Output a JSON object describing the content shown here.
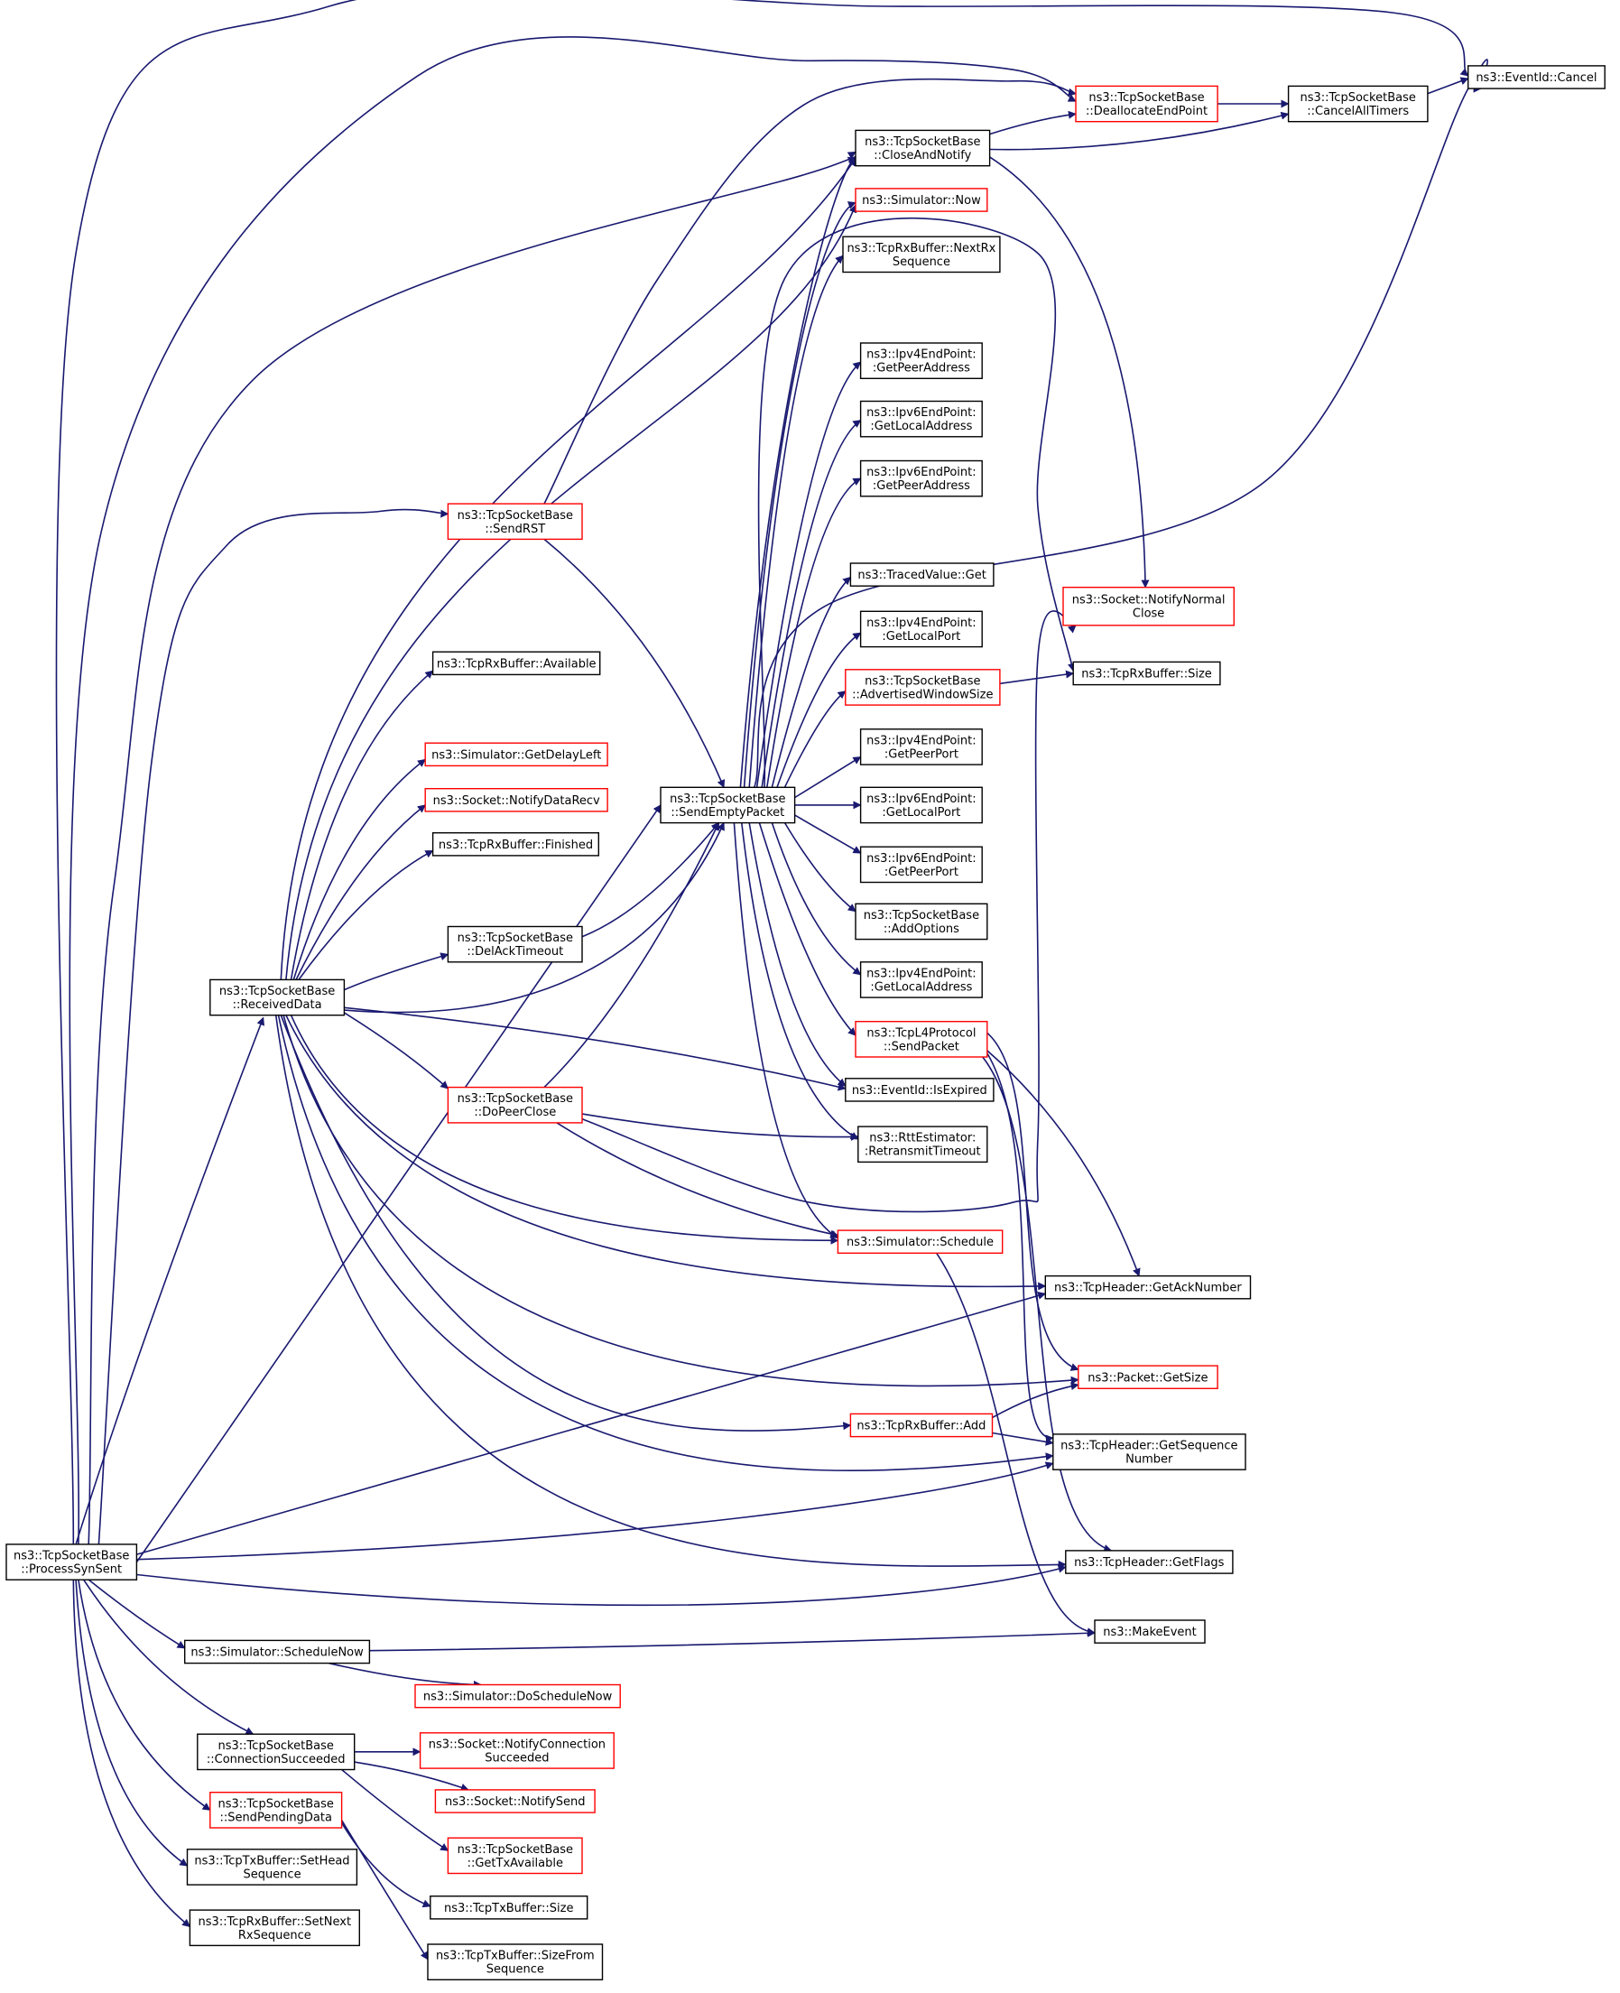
{
  "colors": {
    "edge": "#191970",
    "box_border_default": "#000000",
    "box_border_truncated": "#ff0000",
    "root_fill": "#bfbfbf",
    "box_fill": "#ffffff"
  },
  "nodes": [
    {
      "id": "root",
      "lines": [
        "ns3::TcpSocketBase",
        "::ProcessSynSent"
      ],
      "border": "black",
      "root": true
    },
    {
      "id": "eventid_cancel",
      "lines": [
        "ns3::EventId::Cancel"
      ],
      "border": "black"
    },
    {
      "id": "dealloc",
      "lines": [
        "ns3::TcpSocketBase",
        "::DeallocateEndPoint"
      ],
      "border": "red"
    },
    {
      "id": "cancel_timers",
      "lines": [
        "ns3::TcpSocketBase",
        "::CancelAllTimers"
      ],
      "border": "black"
    },
    {
      "id": "close_notify",
      "lines": [
        "ns3::TcpSocketBase",
        "::CloseAndNotify"
      ],
      "border": "black"
    },
    {
      "id": "sim_now",
      "lines": [
        "ns3::Simulator::Now"
      ],
      "border": "red"
    },
    {
      "id": "rx_nextrx",
      "lines": [
        "ns3::TcpRxBuffer::NextRx",
        "Sequence"
      ],
      "border": "black"
    },
    {
      "id": "ipv4_getpeeraddr",
      "lines": [
        "ns3::Ipv4EndPoint:",
        ":GetPeerAddress"
      ],
      "border": "black"
    },
    {
      "id": "ipv6_getlocaladdr",
      "lines": [
        "ns3::Ipv6EndPoint:",
        ":GetLocalAddress"
      ],
      "border": "black"
    },
    {
      "id": "ipv6_getpeeraddr",
      "lines": [
        "ns3::Ipv6EndPoint:",
        ":GetPeerAddress"
      ],
      "border": "black"
    },
    {
      "id": "tracedvalue_get",
      "lines": [
        "ns3::TracedValue::Get"
      ],
      "border": "black"
    },
    {
      "id": "notify_normal_close",
      "lines": [
        "ns3::Socket::NotifyNormal",
        "Close"
      ],
      "border": "red"
    },
    {
      "id": "ipv4_getlocalport",
      "lines": [
        "ns3::Ipv4EndPoint:",
        ":GetLocalPort"
      ],
      "border": "black"
    },
    {
      "id": "adv_window",
      "lines": [
        "ns3::TcpSocketBase",
        "::AdvertisedWindowSize"
      ],
      "border": "red"
    },
    {
      "id": "rx_size",
      "lines": [
        "ns3::TcpRxBuffer::Size"
      ],
      "border": "black"
    },
    {
      "id": "send_rst",
      "lines": [
        "ns3::TcpSocketBase",
        "::SendRST"
      ],
      "border": "red"
    },
    {
      "id": "rx_available",
      "lines": [
        "ns3::TcpRxBuffer::Available"
      ],
      "border": "black"
    },
    {
      "id": "sim_getdelayleft",
      "lines": [
        "ns3::Simulator::GetDelayLeft"
      ],
      "border": "red"
    },
    {
      "id": "notify_data_recv",
      "lines": [
        "ns3::Socket::NotifyDataRecv"
      ],
      "border": "red"
    },
    {
      "id": "rx_finished",
      "lines": [
        "ns3::TcpRxBuffer::Finished"
      ],
      "border": "black"
    },
    {
      "id": "send_empty",
      "lines": [
        "ns3::TcpSocketBase",
        "::SendEmptyPacket"
      ],
      "border": "black"
    },
    {
      "id": "ipv4_getpeerport",
      "lines": [
        "ns3::Ipv4EndPoint:",
        ":GetPeerPort"
      ],
      "border": "black"
    },
    {
      "id": "ipv6_getlocalport",
      "lines": [
        "ns3::Ipv6EndPoint:",
        ":GetLocalPort"
      ],
      "border": "black"
    },
    {
      "id": "ipv6_getpeerport",
      "lines": [
        "ns3::Ipv6EndPoint:",
        ":GetPeerPort"
      ],
      "border": "black"
    },
    {
      "id": "delack_timeout",
      "lines": [
        "ns3::TcpSocketBase",
        "::DelAckTimeout"
      ],
      "border": "black"
    },
    {
      "id": "add_options",
      "lines": [
        "ns3::TcpSocketBase",
        "::AddOptions"
      ],
      "border": "black"
    },
    {
      "id": "received_data",
      "lines": [
        "ns3::TcpSocketBase",
        "::ReceivedData"
      ],
      "border": "black"
    },
    {
      "id": "ipv4_getlocaladdr",
      "lines": [
        "ns3::Ipv4EndPoint:",
        ":GetLocalAddress"
      ],
      "border": "black"
    },
    {
      "id": "tcpl4_sendpacket",
      "lines": [
        "ns3::TcpL4Protocol",
        "::SendPacket"
      ],
      "border": "red"
    },
    {
      "id": "eventid_isexpired",
      "lines": [
        "ns3::EventId::IsExpired"
      ],
      "border": "black"
    },
    {
      "id": "do_peer_close",
      "lines": [
        "ns3::TcpSocketBase",
        "::DoPeerClose"
      ],
      "border": "red"
    },
    {
      "id": "rtt_retransmit",
      "lines": [
        "ns3::RttEstimator:",
        ":RetransmitTimeout"
      ],
      "border": "black"
    },
    {
      "id": "sim_schedule",
      "lines": [
        "ns3::Simulator::Schedule"
      ],
      "border": "red"
    },
    {
      "id": "hdr_getack",
      "lines": [
        "ns3::TcpHeader::GetAckNumber"
      ],
      "border": "black"
    },
    {
      "id": "packet_getsize",
      "lines": [
        "ns3::Packet::GetSize"
      ],
      "border": "red"
    },
    {
      "id": "rx_add",
      "lines": [
        "ns3::TcpRxBuffer::Add"
      ],
      "border": "red"
    },
    {
      "id": "hdr_getseq",
      "lines": [
        "ns3::TcpHeader::GetSequence",
        "Number"
      ],
      "border": "black"
    },
    {
      "id": "hdr_getflags",
      "lines": [
        "ns3::TcpHeader::GetFlags"
      ],
      "border": "black"
    },
    {
      "id": "make_event",
      "lines": [
        "ns3::MakeEvent"
      ],
      "border": "black"
    },
    {
      "id": "sim_schedulenow",
      "lines": [
        "ns3::Simulator::ScheduleNow"
      ],
      "border": "black"
    },
    {
      "id": "sim_doschedulenow",
      "lines": [
        "ns3::Simulator::DoScheduleNow"
      ],
      "border": "red"
    },
    {
      "id": "conn_succeeded",
      "lines": [
        "ns3::TcpSocketBase",
        "::ConnectionSucceeded"
      ],
      "border": "black"
    },
    {
      "id": "notify_conn_succeeded",
      "lines": [
        "ns3::Socket::NotifyConnection",
        "Succeeded"
      ],
      "border": "red"
    },
    {
      "id": "notify_send",
      "lines": [
        "ns3::Socket::NotifySend"
      ],
      "border": "red"
    },
    {
      "id": "send_pending",
      "lines": [
        "ns3::TcpSocketBase",
        "::SendPendingData"
      ],
      "border": "red"
    },
    {
      "id": "get_tx_available",
      "lines": [
        "ns3::TcpSocketBase",
        "::GetTxAvailable"
      ],
      "border": "red"
    },
    {
      "id": "tx_sethead",
      "lines": [
        "ns3::TcpTxBuffer::SetHead",
        "Sequence"
      ],
      "border": "black"
    },
    {
      "id": "tx_size",
      "lines": [
        "ns3::TcpTxBuffer::Size"
      ],
      "border": "black"
    },
    {
      "id": "rx_setnext",
      "lines": [
        "ns3::TcpRxBuffer::SetNext",
        "RxSequence"
      ],
      "border": "black"
    },
    {
      "id": "tx_sizefrom",
      "lines": [
        "ns3::TcpTxBuffer::SizeFrom",
        "Sequence"
      ],
      "border": "black"
    }
  ],
  "edges": [
    [
      "root",
      "eventid_cancel"
    ],
    [
      "root",
      "dealloc"
    ],
    [
      "root",
      "close_notify"
    ],
    [
      "root",
      "send_rst"
    ],
    [
      "root",
      "send_empty"
    ],
    [
      "root",
      "received_data"
    ],
    [
      "root",
      "hdr_getack"
    ],
    [
      "root",
      "hdr_getseq"
    ],
    [
      "root",
      "hdr_getflags"
    ],
    [
      "root",
      "sim_schedulenow"
    ],
    [
      "root",
      "conn_succeeded"
    ],
    [
      "root",
      "send_pending"
    ],
    [
      "root",
      "tx_sethead"
    ],
    [
      "root",
      "rx_setnext"
    ],
    [
      "dealloc",
      "cancel_timers"
    ],
    [
      "cancel_timers",
      "eventid_cancel"
    ],
    [
      "close_notify",
      "dealloc"
    ],
    [
      "close_notify",
      "cancel_timers"
    ],
    [
      "close_notify",
      "notify_normal_close"
    ],
    [
      "send_rst",
      "dealloc"
    ],
    [
      "send_rst",
      "send_empty"
    ],
    [
      "send_empty",
      "close_notify"
    ],
    [
      "send_empty",
      "sim_now"
    ],
    [
      "send_empty",
      "rx_nextrx"
    ],
    [
      "send_empty",
      "ipv4_getpeeraddr"
    ],
    [
      "send_empty",
      "ipv6_getlocaladdr"
    ],
    [
      "send_empty",
      "ipv6_getpeeraddr"
    ],
    [
      "send_empty",
      "tracedvalue_get"
    ],
    [
      "send_empty",
      "ipv4_getlocalport"
    ],
    [
      "send_empty",
      "adv_window"
    ],
    [
      "send_empty",
      "ipv4_getpeerport"
    ],
    [
      "send_empty",
      "ipv6_getlocalport"
    ],
    [
      "send_empty",
      "ipv6_getpeerport"
    ],
    [
      "send_empty",
      "add_options"
    ],
    [
      "send_empty",
      "ipv4_getlocaladdr"
    ],
    [
      "send_empty",
      "tcpl4_sendpacket"
    ],
    [
      "send_empty",
      "eventid_isexpired"
    ],
    [
      "send_empty",
      "rtt_retransmit"
    ],
    [
      "send_empty",
      "sim_schedule"
    ],
    [
      "send_empty",
      "eventid_cancel"
    ],
    [
      "send_empty",
      "rx_size"
    ],
    [
      "adv_window",
      "rx_size"
    ],
    [
      "received_data",
      "close_notify"
    ],
    [
      "received_data",
      "sim_now"
    ],
    [
      "received_data",
      "send_empty"
    ],
    [
      "received_data",
      "rx_available"
    ],
    [
      "received_data",
      "sim_getdelayleft"
    ],
    [
      "received_data",
      "notify_data_recv"
    ],
    [
      "received_data",
      "rx_finished"
    ],
    [
      "received_data",
      "delack_timeout"
    ],
    [
      "received_data",
      "do_peer_close"
    ],
    [
      "received_data",
      "eventid_isexpired"
    ],
    [
      "received_data",
      "sim_schedule"
    ],
    [
      "received_data",
      "hdr_getack"
    ],
    [
      "received_data",
      "packet_getsize"
    ],
    [
      "received_data",
      "rx_add"
    ],
    [
      "received_data",
      "hdr_getseq"
    ],
    [
      "received_data",
      "hdr_getflags"
    ],
    [
      "delack_timeout",
      "send_empty"
    ],
    [
      "do_peer_close",
      "send_empty"
    ],
    [
      "do_peer_close",
      "rtt_retransmit"
    ],
    [
      "do_peer_close",
      "sim_schedule"
    ],
    [
      "do_peer_close",
      "notify_normal_close"
    ],
    [
      "tcpl4_sendpacket",
      "hdr_getack"
    ],
    [
      "tcpl4_sendpacket",
      "packet_getsize"
    ],
    [
      "tcpl4_sendpacket",
      "hdr_getseq"
    ],
    [
      "tcpl4_sendpacket",
      "hdr_getflags"
    ],
    [
      "sim_schedule",
      "make_event"
    ],
    [
      "rx_add",
      "packet_getsize"
    ],
    [
      "rx_add",
      "hdr_getseq"
    ],
    [
      "sim_schedulenow",
      "make_event"
    ],
    [
      "sim_schedulenow",
      "sim_doschedulenow"
    ],
    [
      "conn_succeeded",
      "notify_conn_succeeded"
    ],
    [
      "conn_succeeded",
      "notify_send"
    ],
    [
      "conn_succeeded",
      "get_tx_available"
    ],
    [
      "send_pending",
      "tx_size"
    ],
    [
      "send_pending",
      "tx_sizefrom"
    ]
  ]
}
